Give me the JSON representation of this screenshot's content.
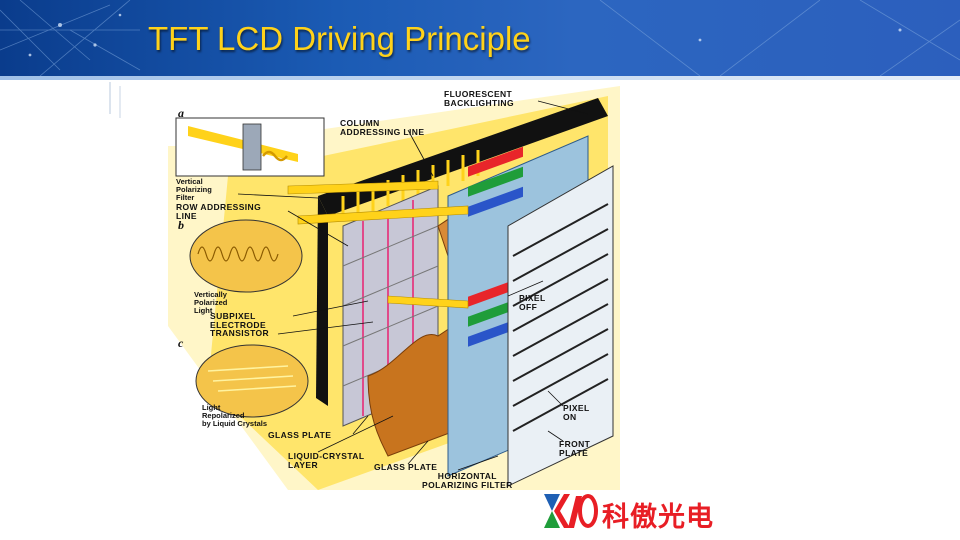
{
  "slide": {
    "title": "TFT LCD Driving Principle"
  },
  "diagram": {
    "panel_letters": [
      "a",
      "b",
      "c"
    ],
    "labels": {
      "fluorescent_backlighting": "FLUORESCENT\nBACKLIGHTING",
      "column_addressing_line": "COLUMN\nADDRESSING LINE",
      "vertical_polarizing_filter": "Vertical\nPolarizing\nFilter",
      "row_addressing_line": "ROW ADDRESSING\nLINE",
      "vertically_polarized_light": "Vertically\nPolarized\nLight",
      "subpixel_electrode": "SUBPIXEL\nELECTRODE",
      "transistor": "TRANSISTOR",
      "pixel_off": "PIXEL\nOFF",
      "light_repolarized": "Light\nRepolarized\nby Liquid Crystals",
      "glass_plate_left": "GLASS PLATE",
      "pixel_on": "PIXEL\nON",
      "front_plate": "FRONT\nPLATE",
      "liquid_crystal_layer": "LIQUID-CRYSTAL\nLAYER",
      "glass_plate_bottom": "GLASS PLATE",
      "horizontal_polarizing_filter": "HORIZONTAL\nPOLARIZING FILTER"
    }
  },
  "logo": {
    "mark": "KAO",
    "company_name": "科傲光电",
    "colors": {
      "red": "#e81e25",
      "green": "#1f9d3a",
      "blue": "#1e5fb4"
    }
  },
  "colors": {
    "header_bg": "#1b5bb4",
    "title": "#ffd21a",
    "diagram_yellow": "#ffe25a"
  }
}
